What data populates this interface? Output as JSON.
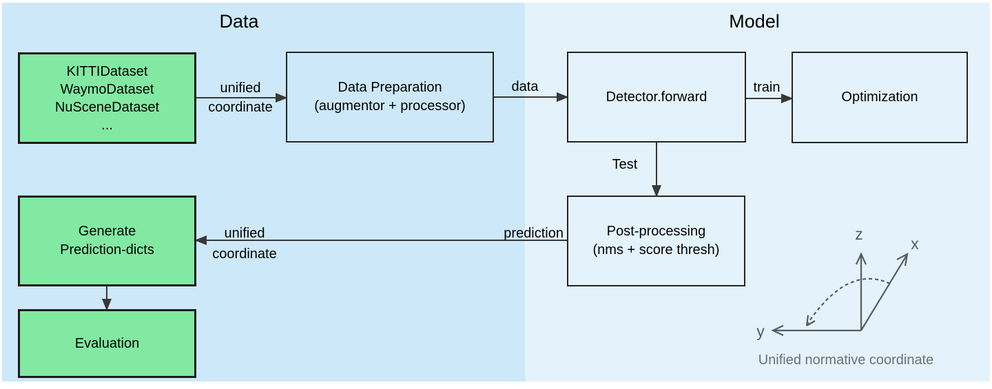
{
  "palette": {
    "left_bg": "#cde8f9",
    "right_bg": "#e4f2fb",
    "green": "#82e9a3",
    "border_dark": "#1b1b1b",
    "arrow": "#383838",
    "gray": "#555c60",
    "caption_gray": "#6b7276"
  },
  "sections": {
    "data": {
      "title": "Data"
    },
    "model": {
      "title": "Model"
    }
  },
  "nodes": {
    "datasets": {
      "lines": [
        "KITTIDataset",
        "WaymoDataset",
        "NuSceneDataset",
        "..."
      ]
    },
    "data_preparation": {
      "lines": [
        "Data Preparation",
        "(augmentor + processor)"
      ]
    },
    "detector": {
      "lines": [
        "Detector.forward"
      ]
    },
    "optimization": {
      "lines": [
        "Optimization"
      ]
    },
    "post_processing": {
      "lines": [
        "Post-processing",
        "(nms + score thresh)"
      ]
    },
    "generate_prediction": {
      "lines": [
        "Generate",
        "Prediction-dicts"
      ]
    },
    "evaluation": {
      "lines": [
        "Evaluation"
      ]
    }
  },
  "edges": {
    "unified_in": {
      "lines": [
        "unified",
        "coordinate"
      ]
    },
    "data_label": "data",
    "train_label": "train",
    "test_label": "Test",
    "prediction_label": "prediction",
    "unified_out": {
      "lines": [
        "unified",
        "coordinate"
      ]
    }
  },
  "axes": {
    "z_label": "z",
    "x_label": "x",
    "y_label": "y",
    "caption": "Unified normative coordinate"
  }
}
